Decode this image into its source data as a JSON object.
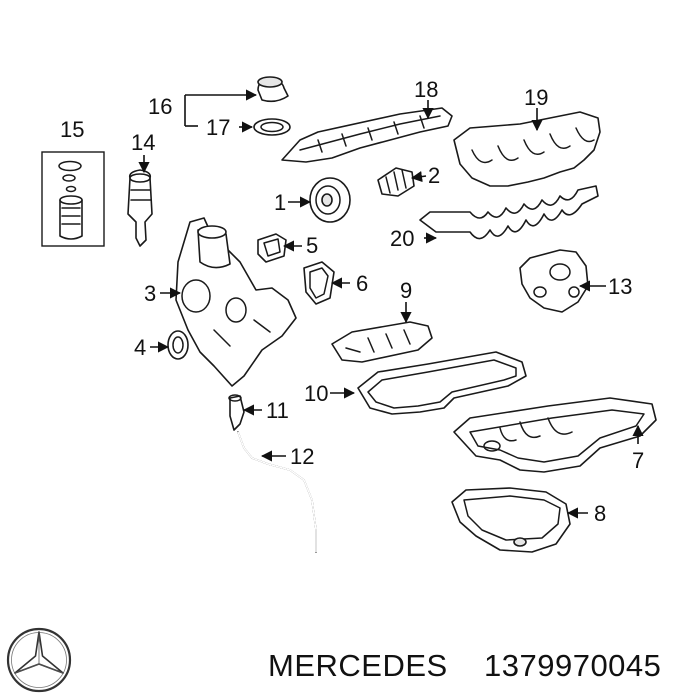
{
  "callouts": {
    "c1": "1",
    "c2": "2",
    "c3": "3",
    "c4": "4",
    "c5": "5",
    "c6": "6",
    "c7": "7",
    "c8": "8",
    "c9": "9",
    "c10": "10",
    "c11": "11",
    "c12": "12",
    "c13": "13",
    "c14": "14",
    "c15": "15",
    "c16": "16",
    "c17": "17",
    "c18": "18",
    "c19": "19",
    "c20": "20"
  },
  "footer": {
    "brand": "MERCEDES",
    "part_number": "1379970045"
  },
  "icons": {
    "logo": "mercedes-star-icon"
  },
  "colors": {
    "line": "#1a1a1a",
    "background": "#ffffff"
  }
}
